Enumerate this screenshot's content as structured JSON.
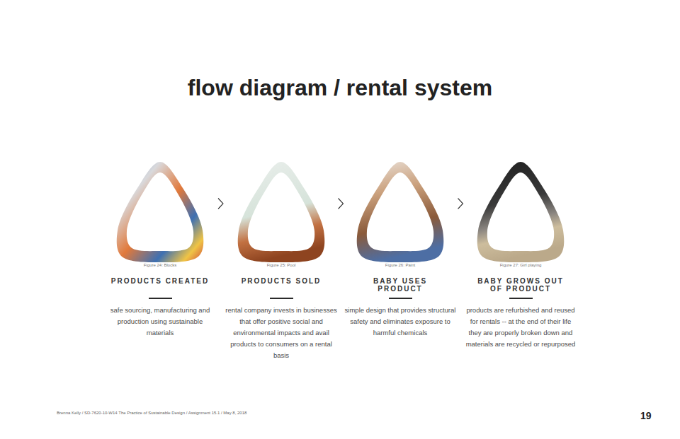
{
  "diagram": {
    "title": "flow diagram / rental system",
    "nodes": [
      {
        "text": [
          "Figure 24: Blocks",
          "PRODUCTS CREATED",
          "safe sourcing, manufacturing and production using sustainable materials"
        ]
      },
      {
        "text": [
          "Figure 25: Pool",
          "PRODUCTS SOLD",
          "rental company invests in businesses that offer positive social and environmental impacts and avail products to consumers on a rental basis"
        ]
      },
      {
        "text": [
          "Figure 26: Paint",
          "BABY USES PRODUCT",
          "simple design that provides structural safety and eliminates exposure to harmful chemicals"
        ]
      },
      {
        "text": [
          "Figure 27: Girl playing",
          "BABY GROWS OUT OF PRODUCT",
          "products are refurbished and reused for rentals -- at the end of their life they are properly broken down and materials are recycled or repurposed"
        ]
      }
    ],
    "edges": [
      {
        "from": 0,
        "to": 1,
        "arrow": "to"
      },
      {
        "from": 1,
        "to": 2,
        "arrow": "to"
      },
      {
        "from": 2,
        "to": 3,
        "arrow": "to"
      }
    ],
    "labels": [
      "Brenna Kelly / SD-7620-10-W14 The Practice of Sustainable Design / Assignment 15.1 / May 8, 2018",
      "19"
    ]
  }
}
